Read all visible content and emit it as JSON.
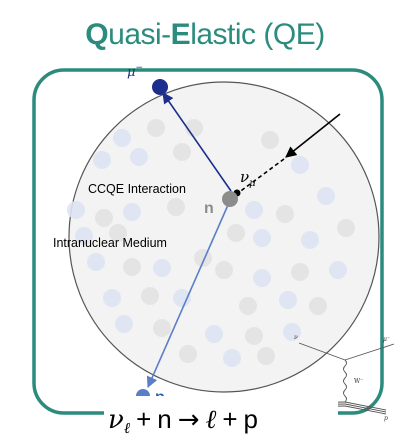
{
  "title": {
    "q_letter": "Q",
    "part1": "uasi-",
    "e_letter": "E",
    "part2": "lastic (QE)"
  },
  "labels": {
    "muon": "μ",
    "muon_charge": "−",
    "neutrino": "ν",
    "neutrino_sub": "μ",
    "interaction": "CCQE Interaction",
    "neutron": "n",
    "medium": "Intranuclear Medium",
    "proton": "p"
  },
  "equation": {
    "nu": "ν",
    "nu_sub": "ℓ",
    "plus1": "+",
    "n": "n",
    "arrow": "→",
    "ell": "ℓ",
    "plus2": "+",
    "p": "p"
  },
  "feynman": {
    "nu_label": "ν",
    "mu_label": "μ⁻",
    "w_label": "W⁻",
    "n_label": "n",
    "p_label": "p"
  },
  "colors": {
    "teal": "#2b8c7e",
    "muon": "#1c2f8c",
    "proton": "#5a7ec8",
    "neutron": "#8c8c8c",
    "nucleus_fill": "#f3f3f3"
  }
}
